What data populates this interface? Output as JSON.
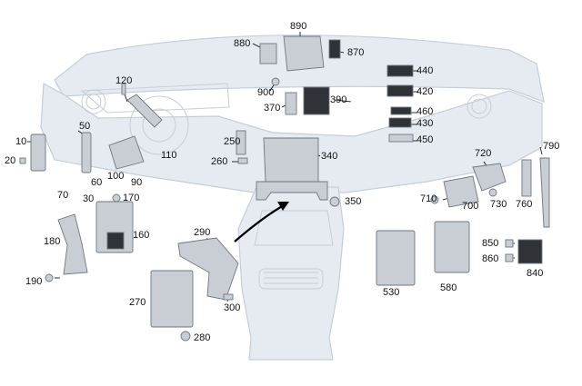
{
  "figure": {
    "type": "exploded-parts-diagram"
  },
  "colors": {
    "dash_fill": "#e6ebf1",
    "dash_stroke": "#c5ced8",
    "part_fill": "#c9ced4",
    "part_stroke": "#6f777f",
    "part_dark": "#2f3338",
    "leader": "#000000",
    "arrow": "#000000"
  },
  "callouts": {
    "c10": "10",
    "c20": "20",
    "c30": "30",
    "c50": "50",
    "c60": "60",
    "c70": "70",
    "c90": "90",
    "c100": "100",
    "c110": "110",
    "c120": "120",
    "c160": "160",
    "c170": "170",
    "c180": "180",
    "c190": "190",
    "c250": "250",
    "c260": "260",
    "c270": "270",
    "c280": "280",
    "c290": "290",
    "c300": "300",
    "c340": "340",
    "c350": "350",
    "c370": "370",
    "c390": "390",
    "c420": "420",
    "c430": "430",
    "c440": "440",
    "c450": "450",
    "c460": "460",
    "c530": "530",
    "c580": "580",
    "c700": "700",
    "c710": "710",
    "c720": "720",
    "c730": "730",
    "c760": "760",
    "c790": "790",
    "c840": "840",
    "c850": "850",
    "c860": "860",
    "c870": "870",
    "c880": "880",
    "c890": "890",
    "c900": "900"
  }
}
